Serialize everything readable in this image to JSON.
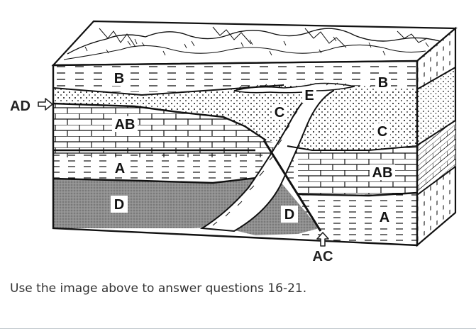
{
  "diagram": {
    "labels": {
      "b_left": "B",
      "b_right": "B",
      "ab_left": "AB",
      "ab_right": "AB",
      "a_left": "A",
      "a_right": "A",
      "c_center": "C",
      "c_right": "C",
      "d_left": "D",
      "d_center": "D",
      "e_top": "E",
      "ad": "AD",
      "ac": "AC"
    },
    "colors": {
      "ink": "#111111",
      "intrusion_fill": "#8f8f8f",
      "paper": "#ffffff"
    }
  },
  "caption": "Use the image above to answer questions 16-21."
}
